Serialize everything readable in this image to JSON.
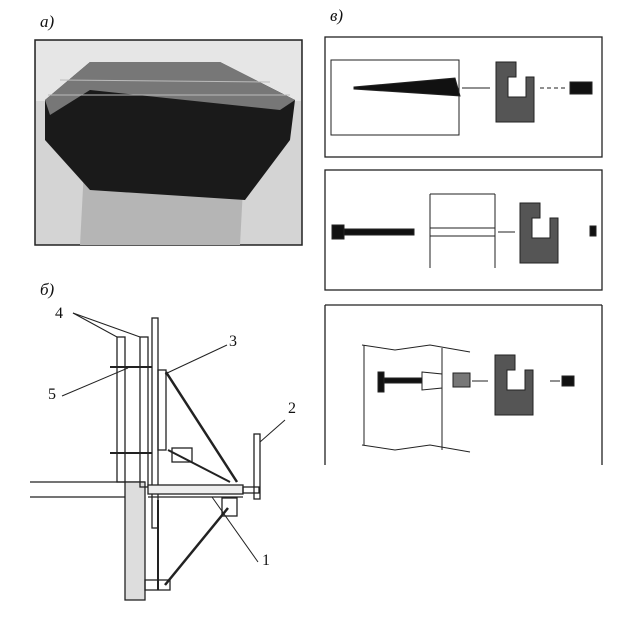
{
  "panels": {
    "a": {
      "label": "а)"
    },
    "b": {
      "label": "б)",
      "callouts": [
        "1",
        "2",
        "3",
        "4",
        "5"
      ]
    },
    "v": {
      "label": "в)"
    }
  }
}
